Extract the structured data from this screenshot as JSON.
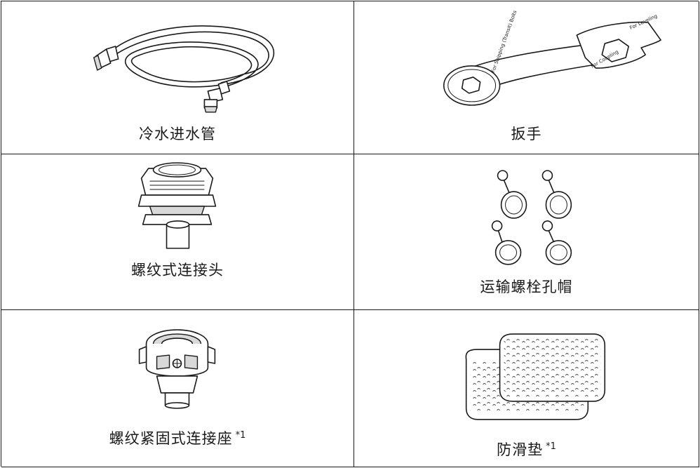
{
  "items": [
    {
      "name": "冷水进水管",
      "note": ""
    },
    {
      "name": "扳手",
      "note": "",
      "wrench_text": [
        "For Leveling",
        "For Coupling",
        "For Shipping (Transit) Bolts"
      ]
    },
    {
      "name": "螺纹式连接头",
      "note": ""
    },
    {
      "name": "运输螺栓孔帽",
      "note": ""
    },
    {
      "name": "螺纹紧固式连接座",
      "note": "*1"
    },
    {
      "name": "防滑垫",
      "note": "*1"
    }
  ]
}
